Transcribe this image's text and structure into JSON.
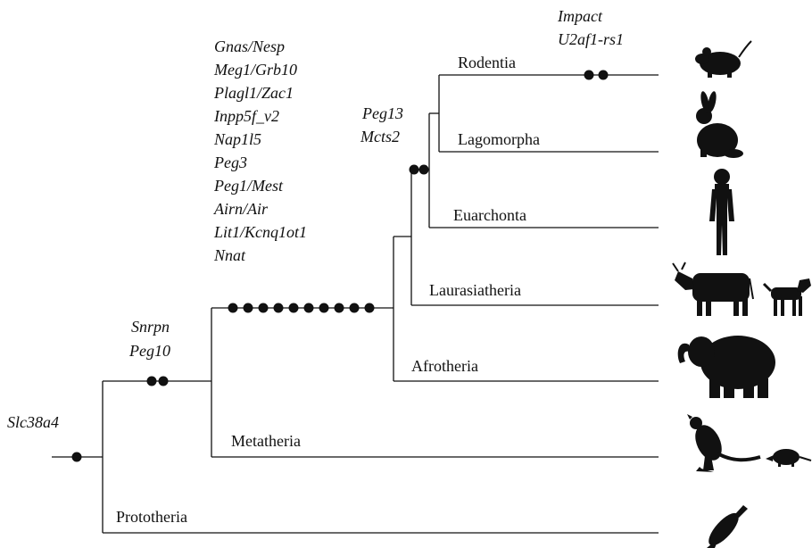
{
  "clades": {
    "rodentia": "Rodentia",
    "lagomorpha": "Lagomorpha",
    "euarchonta": "Euarchonta",
    "laurasiatheria": "Laurasiatheria",
    "afrotheria": "Afrotheria",
    "metatheria": "Metatheria",
    "prototheria": "Prototheria"
  },
  "gene_labels": {
    "mammal_root": [
      "Slc38a4"
    ],
    "therian": [
      "Snrpn",
      "Peg10"
    ],
    "eutherian": [
      "Gnas/Nesp",
      "Meg1/Grb10",
      "Plagl1/Zac1",
      "Inpp5f_v2",
      "Nap1l5",
      "Peg3",
      "Peg1/Mest",
      "Airn/Air",
      "Lit1/Kcnq1ot1",
      "Nnat"
    ],
    "glires_euarchonta": [
      "Peg13",
      "Mcts2"
    ],
    "rodentia": [
      "Impact",
      "U2af1-rs1"
    ]
  },
  "gene_counts": {
    "mammal_root": 1,
    "therian": 2,
    "eutherian": 10,
    "glires_euarchonta": 2,
    "rodentia": 2
  },
  "silhouettes": {
    "rodentia": "mouse-icon",
    "lagomorpha": "rabbit-icon",
    "euarchonta": "human-icon",
    "laurasiatheria": [
      "cow-icon",
      "dog-icon"
    ],
    "afrotheria": "elephant-icon",
    "metatheria": [
      "kangaroo-icon",
      "opossum-icon"
    ],
    "prototheria": "platypus-icon"
  }
}
